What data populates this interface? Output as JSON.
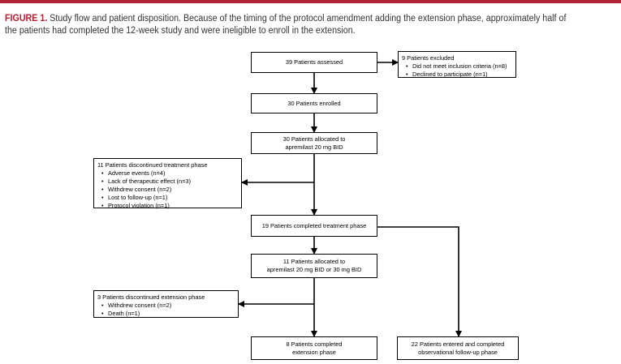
{
  "caption": {
    "label": "FIGURE 1.",
    "text": " Study flow and patient disposition. Because of the timing of the protocol amendment adding the extension phase, approximately half of the patients had completed the 12-week study and were ineligible to enroll in the extension."
  },
  "colors": {
    "accent": "#ae2232",
    "lines": "#000000"
  },
  "flow": {
    "assessed": "39 Patients assessed",
    "excluded": {
      "title": "9 Patients excluded",
      "items": [
        "Did not meet inclusion criteria (n=8)",
        "Declined to participate (n=1)"
      ]
    },
    "enrolled": "30 Patients enrolled",
    "allocated1": {
      "line1": "30 Patients allocated to",
      "line2": "apremilast 20 mg BID"
    },
    "discontinued_treatment": {
      "title": "11 Patients discontinued treatment phase",
      "items": [
        "Adverse events (n=4)",
        "Lack of therapeutic effect (n=3)",
        "Withdrew consent (n=2)",
        "Lost to follow-up (n=1)",
        "Protocol violation (n=1)"
      ]
    },
    "completed_treatment": "19 Patients completed treatment phase",
    "allocated2": {
      "line1": "11 Patients allocated to",
      "line2": "apremilast 20 mg BID or 30 mg BID"
    },
    "discontinued_extension": {
      "title": "3 Patients discontinued extension phase",
      "items": [
        "Withdrew consent (n=2)",
        "Death (n=1)"
      ]
    },
    "completed_extension": {
      "line1": "8 Patients completed",
      "line2": "extension phase"
    },
    "observational": {
      "line1": "22 Patients entered and completed",
      "line2": "observational follow-up phase"
    }
  }
}
